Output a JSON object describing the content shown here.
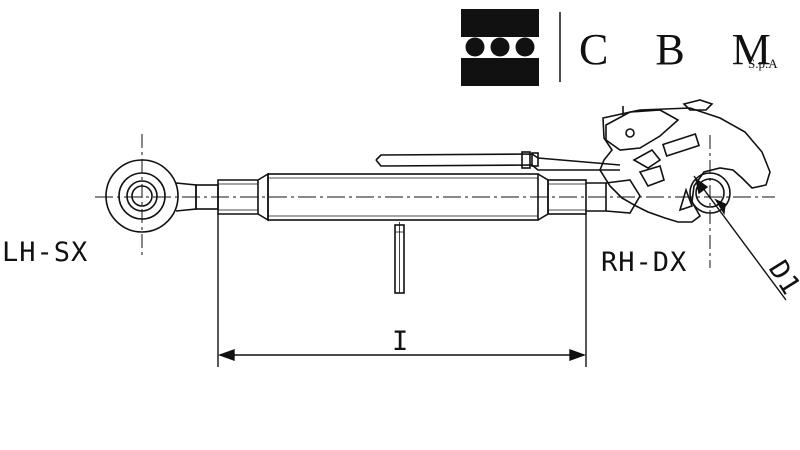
{
  "logo": {
    "company": "C B M",
    "suffix": "S.p.A",
    "mark": "three-circle-logo-mark"
  },
  "labels": {
    "left_end": "LH-SX",
    "right_end": "RH-DX",
    "length_dim": "I",
    "hole_dim": "D1"
  },
  "colors": {
    "ink": "#111111",
    "background": "#ffffff"
  }
}
